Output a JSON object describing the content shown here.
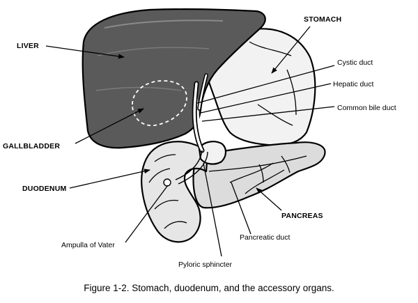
{
  "figure": {
    "caption": "Figure 1-2.  Stomach, duodenum, and the accessory organs."
  },
  "labels": {
    "liver": "LIVER",
    "stomach": "STOMACH",
    "gallbladder": "GALLBLADDER",
    "duodenum": "DUODENUM",
    "pancreas": "PANCREAS",
    "cystic_duct": "Cystic duct",
    "hepatic_duct": "Hepatic duct",
    "common_bile_duct": "Common bile duct",
    "pancreatic_duct": "Pancreatic duct",
    "ampulla_of_vater": "Ampulla of Vater",
    "pyloric_sphincter": "Pyloric sphincter"
  },
  "colors": {
    "ink": "#000000",
    "liver_fill": "#5a5a5a",
    "stomach_fill": "#f2f2f2",
    "duodenum_fill": "#e6e6e6",
    "pancreas_fill": "#dcdcdc",
    "background": "#ffffff"
  }
}
